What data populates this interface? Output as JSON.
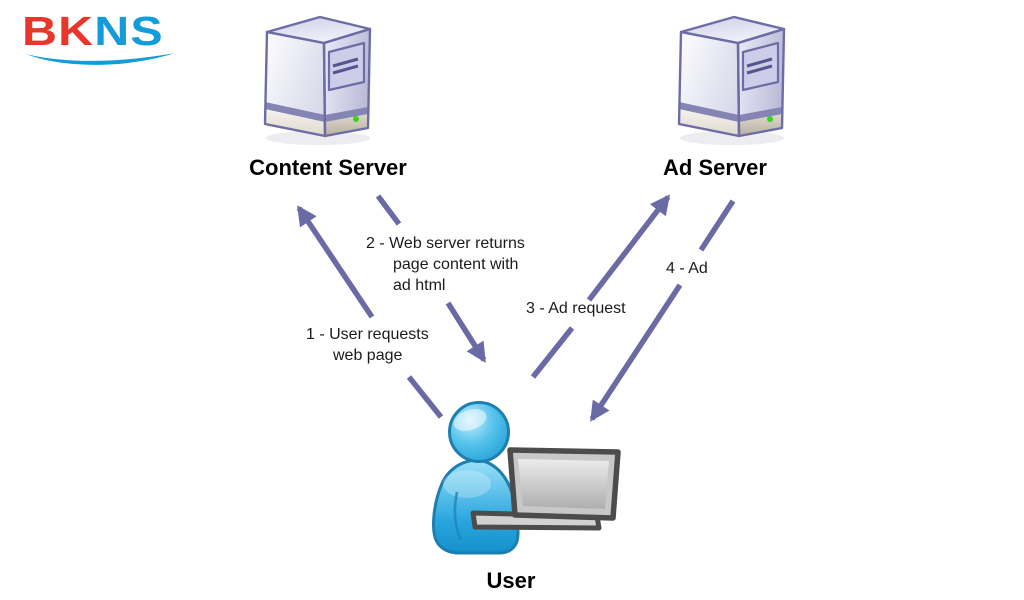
{
  "logo": {
    "text_red": "BK",
    "text_blue": "NS",
    "color_red": "#e8372a",
    "color_blue": "#149bd9"
  },
  "diagram": {
    "arrow_color": "#6a6aa4",
    "server_outline_color": "#6d6da6",
    "led_color": "#35d615",
    "nodes": {
      "content_server": "Content Server",
      "ad_server": "Ad Server",
      "user": "User"
    },
    "flows": {
      "f1": {
        "label": "1 - User requests\nweb page",
        "from": "user",
        "to": "content_server"
      },
      "f2": {
        "label": "2 - Web server returns\npage content with\nad html",
        "from": "content_server",
        "to": "user"
      },
      "f3": {
        "label": "3 - Ad request",
        "from": "user",
        "to": "ad_server"
      },
      "f4": {
        "label": "4 - Ad",
        "from": "ad_server",
        "to": "user"
      }
    }
  }
}
